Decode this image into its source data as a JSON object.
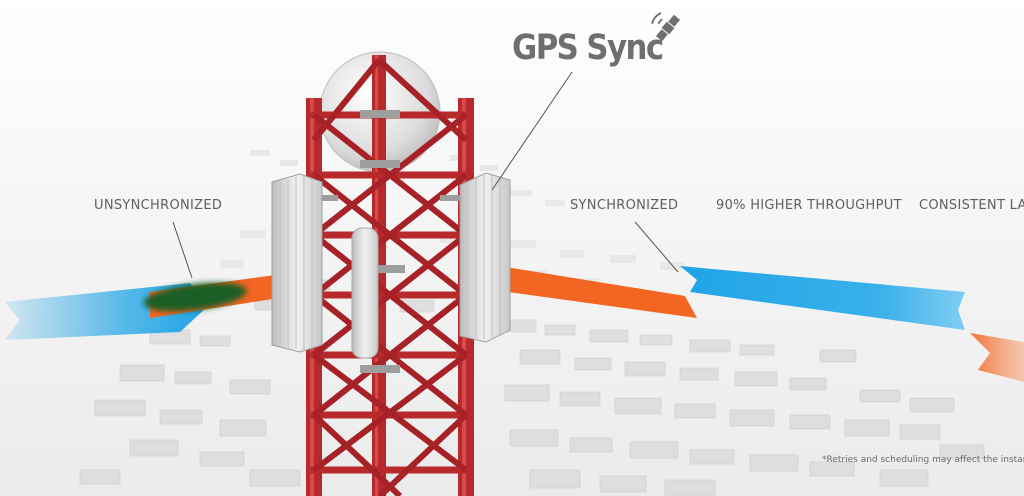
{
  "heading": "GPS Sync",
  "labels": {
    "unsynchronized": "UNSYNCHRONIZED",
    "synchronized": "SYNCHRONIZED",
    "throughput": "90% HIGHER THROUGHPUT",
    "latency": "CONSISTENT LAT"
  },
  "footnote": "*Retries and scheduling may affect the instantane",
  "colors": {
    "tower": "#b8292c",
    "signal_blue": "#1fa4e6",
    "signal_orange": "#f26522",
    "interference_green": "#1b5e26",
    "text": "#5f5f5f",
    "buildings": "#d9d9d9"
  },
  "icons": [
    "satellite-icon",
    "cell-tower",
    "antenna-panel",
    "radome-dish"
  ]
}
